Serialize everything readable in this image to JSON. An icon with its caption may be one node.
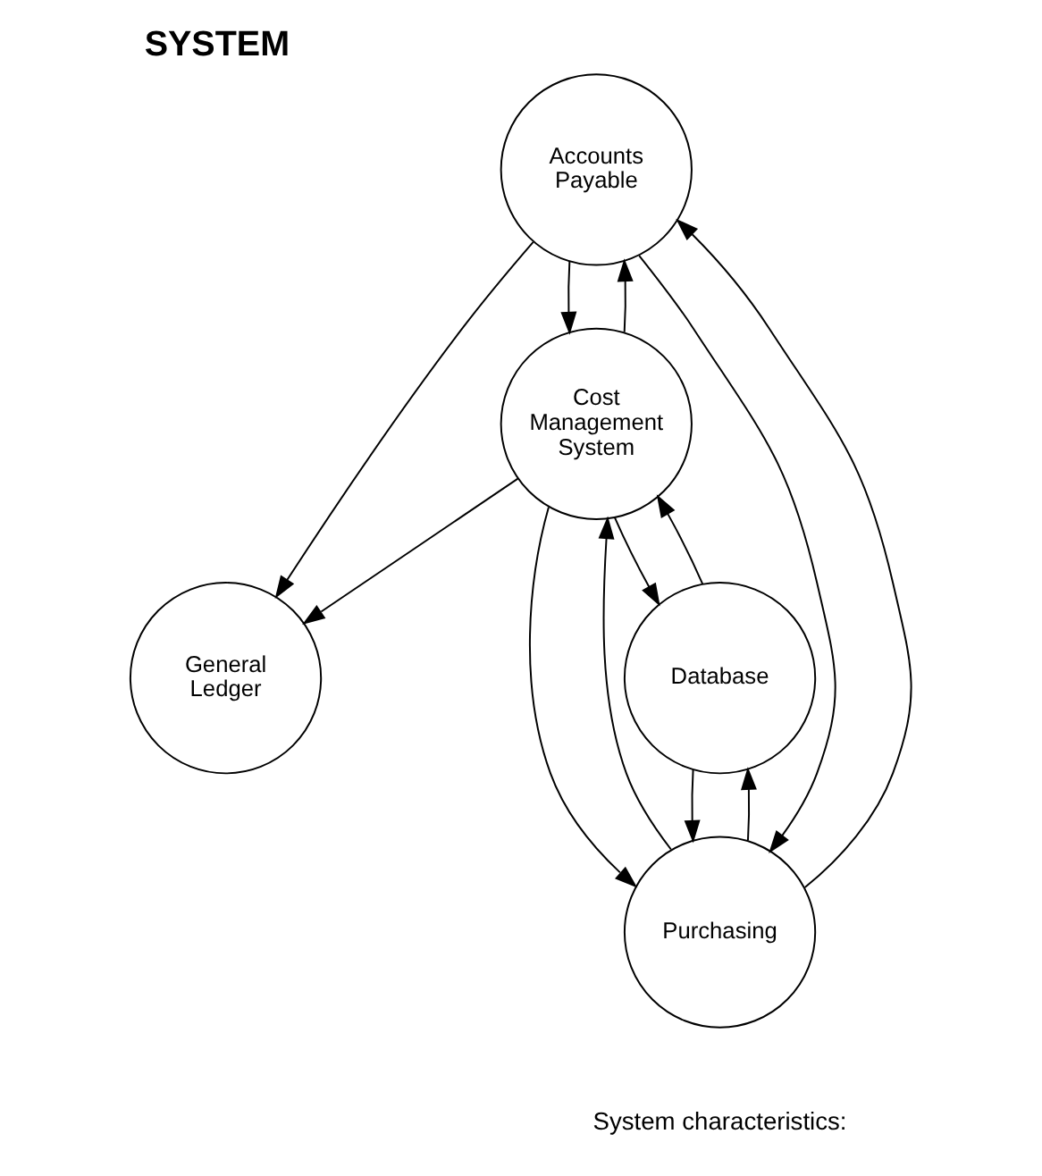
{
  "diagram": {
    "title": "SYSTEM",
    "nodes": [
      {
        "text": [
          "Accounts Payable"
        ]
      },
      {
        "text": [
          "General Ledger"
        ]
      },
      {
        "text": [
          "Cost Management System"
        ]
      },
      {
        "text": [
          "Purchasing"
        ]
      },
      {
        "text": [
          "Database"
        ]
      }
    ],
    "edges": [
      {
        "from": 0,
        "to": 1,
        "arrow": "to"
      },
      {
        "from": 0,
        "to": 2,
        "arrow": "to"
      },
      {
        "from": 2,
        "to": 0,
        "arrow": "to"
      },
      {
        "from": 2,
        "to": 1,
        "arrow": "to"
      },
      {
        "from": 0,
        "to": 3,
        "arrow": "to"
      },
      {
        "from": 3,
        "to": 0,
        "arrow": "to"
      },
      {
        "from": 2,
        "to": 3,
        "arrow": "to"
      },
      {
        "from": 3,
        "to": 2,
        "arrow": "to"
      },
      {
        "from": 2,
        "to": 4,
        "arrow": "to"
      },
      {
        "from": 4,
        "to": 2,
        "arrow": "to"
      },
      {
        "from": 3,
        "to": 4,
        "arrow": "to"
      },
      {
        "from": 4,
        "to": 3,
        "arrow": "to"
      }
    ],
    "labels": [
      "System characteristics:"
    ]
  }
}
